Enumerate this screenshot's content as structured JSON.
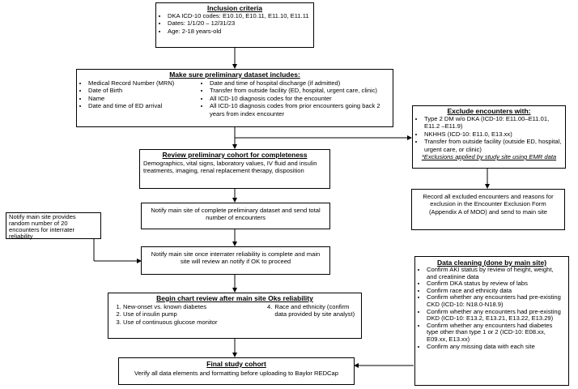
{
  "inclusion": {
    "title": "Inclusion criteria",
    "items": [
      "DKA ICD-10 codes: E10.10, E10.11, E11.10, E11.11",
      "Dates: 1/1/20 – 12/31/23",
      "Age: 2-18 years-old"
    ]
  },
  "preliminary": {
    "title": "Make sure preliminary dataset includes:",
    "left_items": [
      "Medical Record Number (MRN)",
      "Date of Birth",
      "Name",
      "Date and time of ED arrival"
    ],
    "right_items": [
      "Date and time of hospital discharge (if admitted)",
      "Transfer from outside facility (ED, hospital, urgent care, clinic)",
      "All ICD-10 diagnosis codes for the encounter",
      "All ICD-10 diagnosis codes from prior encounters going back 2 years from index encounter"
    ]
  },
  "exclude": {
    "title": "Exclude encounters with:",
    "items": [
      "Type 2 DM w/o DKA (ICD-10: E11.00–E11.01, E11.2 –E11.9)",
      "NKHHS (ICD-10: E11.0, E13.xx)",
      "Transfer from outside facility (outside ED, hospital, urgent care, or clinic)"
    ],
    "note": "*Exclusions applied by study site using EMR data"
  },
  "review": {
    "title": "Review preliminary cohort for completeness",
    "text": "Demographics, vital signs, laboratory values, IV fluid and insulin treatments, imaging, renal replacement therapy, disposition"
  },
  "record": {
    "text": "Record all excluded encounters and reasons for exclusion in the Encounter Exclusion Form (Appendix A of MOO) and send to main site"
  },
  "notify_complete": {
    "text": "Notify main site of complete preliminary dataset and send total number of encounters"
  },
  "notify_random": {
    "text": "Notify main site provides random number of 20 encounters for interrater reliability"
  },
  "notify_reliability": {
    "text": "Notify main site once interrater reliability is complete and main site will review an notify if OK to proceed"
  },
  "chart_review": {
    "title": "Begin chart review after main site Oks reliability",
    "left_items": [
      "New-onset vs. known diabetes",
      "Use of insulin pump",
      "Use of continuous glucose monitor"
    ],
    "right_item_number": "4.",
    "right_item": "Race and ethnicity (confirm data provided by site analyst)"
  },
  "final": {
    "title": "Final study cohort",
    "text": "Verify all data elements and formatting before uploading to Baylor REDCap"
  },
  "cleaning": {
    "title": "Data cleaning (done by main site)",
    "items": [
      "Confirm AKI status by review of height, weight, and creatinine data",
      "Confirm DKA status by review of labs",
      "Confirm race and ethnicity data",
      "Confirm whether any encounters had pre-existing CKD (ICD-10: N18.0-N18.9)",
      "Confirm whether any encounters had pre-existing DKD (ICD-10: E13.2, E13.21, E13.22, E13.29)",
      "Confirm whether any encounters had diabetes type other than type 1 or 2 (ICD-10: E08.xx, E09.xx, E13.xx)",
      "Confirm any missing data with each site"
    ]
  }
}
